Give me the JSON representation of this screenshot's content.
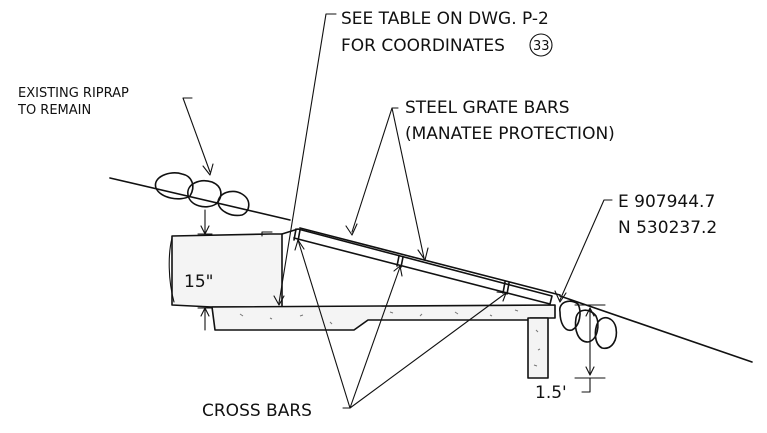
{
  "notes": {
    "table_ref": {
      "line1": "SEE TABLE ON DWG. P-2",
      "line2": "FOR COORDINATES",
      "callout": "33"
    },
    "riprap": {
      "line1": "EXISTING RIPRAP",
      "line2": "TO REMAIN"
    },
    "grate": {
      "line1": "STEEL GRATE BARS",
      "line2": "(MANATEE PROTECTION)"
    },
    "coordinates": {
      "easting": "E 907944.7",
      "northing": "N 530237.2"
    },
    "cross_bars": "CROSS BARS"
  },
  "dimensions": {
    "wall_height": "15\"",
    "footing_depth": "1.5'"
  }
}
